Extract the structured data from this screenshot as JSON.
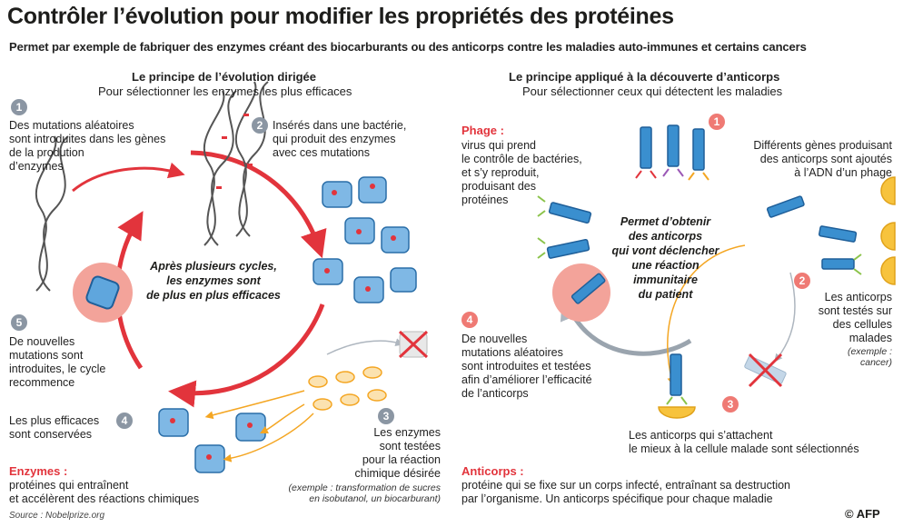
{
  "title": "Contrôler l’évolution pour modifier les propriétés des protéines",
  "subtitle": "Permet par exemple de fabriquer des enzymes créant des biocarburants ou des anticorps contre les maladies auto-immunes et certains cancers",
  "left": {
    "heading": "Le principe de l’évolution dirigée",
    "subheading": "Pour sélectionner les enzymes les plus efficaces",
    "center_text": [
      "Après plusieurs cycles,",
      "les enzymes sont",
      "de plus en plus efficaces"
    ],
    "steps": [
      {
        "num": "1",
        "lines": [
          "Des mutations aléatoires",
          "sont introduites dans les gènes",
          "de la prodution",
          "d’enzymes"
        ]
      },
      {
        "num": "2",
        "lines": [
          "Insérés dans une bactérie,",
          "qui produit des enzymes",
          "avec ces mutations"
        ]
      },
      {
        "num": "3",
        "lines": [
          "Les enzymes",
          "sont testées",
          "pour la réaction",
          "chimique désirée"
        ]
      },
      {
        "num": "4",
        "lines": [
          "Les plus efficaces",
          "sont conservées"
        ]
      },
      {
        "num": "5",
        "lines": [
          "De nouvelles",
          "mutations sont",
          "introduites, le cycle",
          "recommence"
        ]
      }
    ],
    "example": [
      "(exemple : transformation de sucres",
      "en isobutanol, un biocarburant)"
    ],
    "definition_label": "Enzymes :",
    "definition": [
      "protéines qui entraînent",
      "et accélèrent des réactions chimiques"
    ]
  },
  "right": {
    "heading": "Le principe appliqué à la découverte d’anticorps",
    "subheading": "Pour sélectionner ceux qui détectent les maladies",
    "phage_label": "Phage :",
    "phage_text": [
      "virus qui prend",
      "le contrôle de bactéries,",
      "et s’y reproduit,",
      "produisant des",
      "protéines"
    ],
    "center_text": [
      "Permet d’obtenir",
      "des anticorps",
      "qui vont déclencher",
      "une réaction",
      "immunitaire",
      "du patient"
    ],
    "steps": [
      {
        "num": "1",
        "lines": [
          "Différents gènes produisant",
          "des anticorps sont ajoutés",
          "à l’ADN d’un phage"
        ]
      },
      {
        "num": "2",
        "lines": [
          "Les anticorps",
          "sont testés sur",
          "des cellules",
          "malades"
        ]
      },
      {
        "num": "3",
        "lines": [
          "Les anticorps qui s’attachent",
          "le mieux à la cellule malade sont sélectionnés"
        ]
      },
      {
        "num": "4",
        "lines": [
          "De nouvelles",
          "mutations aléatoires",
          "sont introduites et testées",
          "afin d’améliorer l’efficacité",
          "de l’anticorps"
        ]
      }
    ],
    "example": [
      "(exemple :",
      "cancer)"
    ],
    "definition_label": "Anticorps :",
    "definition": [
      "protéine qui se fixe sur un corps infecté, entraînant sa destruction",
      "par l’organisme. Un anticorps spécifique pour chaque maladie"
    ]
  },
  "source": "Source : Nobelprize.org",
  "credit": "© AFP",
  "colors": {
    "red": "#e2343c",
    "salmon": "#ef7a74",
    "blue": "#3a8fcf",
    "grey": "#8b96a3",
    "orange": "#f4a623",
    "yellow": "#f7c33d"
  }
}
